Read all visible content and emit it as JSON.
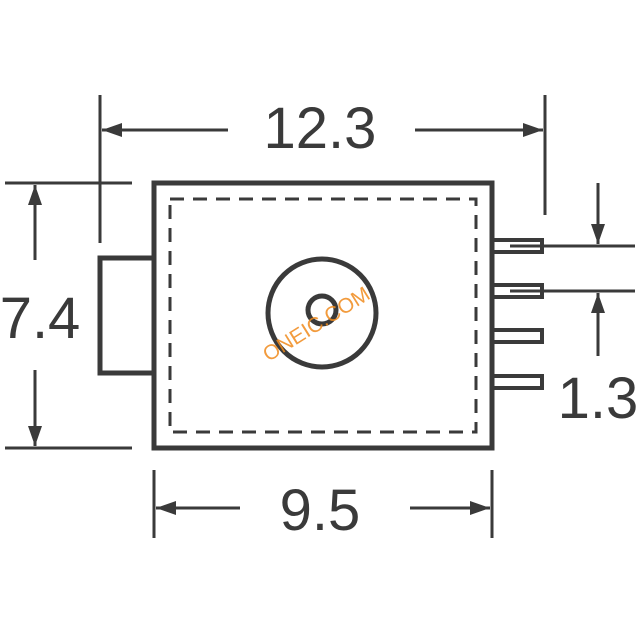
{
  "dimensions": {
    "overall_length": "12.3",
    "height": "7.4",
    "body_width": "9.5",
    "pin_pitch": "1.3"
  },
  "watermark": "ONEIC.COM",
  "colors": {
    "line": "#3a3a3a",
    "watermark": "#f08a1c",
    "background": "#ffffff"
  }
}
